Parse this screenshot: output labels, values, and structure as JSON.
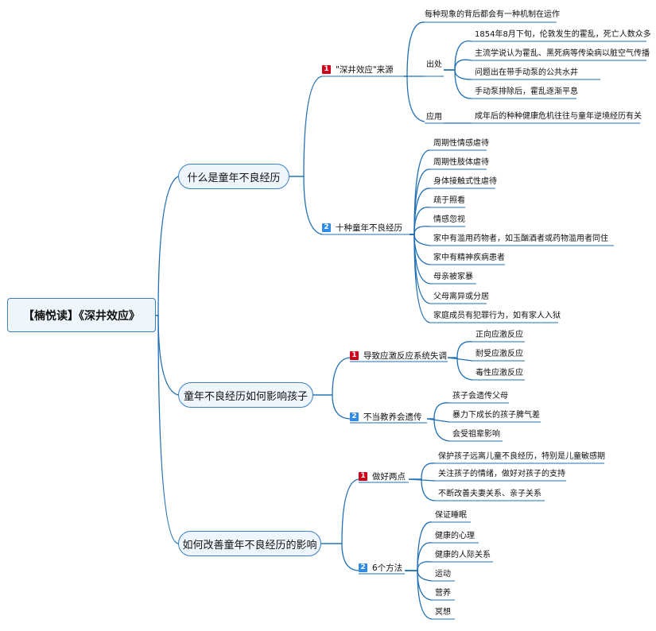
{
  "colors": {
    "line": "#1f6fb5",
    "badge_red": "#d0021b",
    "badge_blue": "#2f8be6",
    "topic_bg": "#eef5fc"
  },
  "root": "【楠悦读】《深井效应》",
  "topics": [
    {
      "label": "什么是童年不良经历",
      "subs": [
        {
          "num": "1",
          "badge": "red",
          "label": "\"深井效应\"来源",
          "items": [
            {
              "label": "每种现象的背后都会有一种机制在运作"
            },
            {
              "label": "出处",
              "children": [
                "1854年8月下旬，伦敦发生的霍乱，死亡人数众多",
                "主流学说认为霍乱、黑死病等传染病以脏空气传播",
                "问题出在带手动泵的公共水井",
                "手动泵排除后，霍乱逐渐平息"
              ]
            },
            {
              "label": "应用",
              "children": [
                "成年后的种种健康危机往往与童年逆境经历有关"
              ]
            }
          ]
        },
        {
          "num": "2",
          "badge": "blue",
          "label": "十种童年不良经历",
          "items": [
            "周期性情感虐待",
            "周期性肢体虐待",
            "身体接触式性虐待",
            "疏于照看",
            "情感忽视",
            "家中有滥用药物者，如玉酗酒者或药物滥用者同住",
            "家中有精神疾病患者",
            "母亲被家暴",
            "父母离异或分居",
            "家庭成员有犯罪行为，如有家人入狱"
          ]
        }
      ]
    },
    {
      "label": "童年不良经历如何影响孩子",
      "subs": [
        {
          "num": "1",
          "badge": "red",
          "label": "导致应激反应系统失调",
          "items": [
            "正向应激反应",
            "耐受应激反应",
            "毒性应激反应"
          ]
        },
        {
          "num": "2",
          "badge": "blue",
          "label": "不当教养会遗传",
          "items": [
            "孩子会遗传父母",
            "暴力下成长的孩子脾气差",
            "会受祖辈影响"
          ]
        }
      ]
    },
    {
      "label": "如何改善童年不良经历的影响",
      "subs": [
        {
          "num": "1",
          "badge": "red",
          "label": "做好两点",
          "items": [
            "保护孩子远离儿童不良经历，特别是儿童敏感期",
            "关注孩子的情绪，做好对孩子的支持",
            "不断改善夫妻关系、亲子关系"
          ]
        },
        {
          "num": "2",
          "badge": "blue",
          "label": "6个方法",
          "items": [
            "保证睡眠",
            "健康的心理",
            "健康的人际关系",
            "运动",
            "营养",
            "冥想"
          ]
        }
      ]
    }
  ]
}
